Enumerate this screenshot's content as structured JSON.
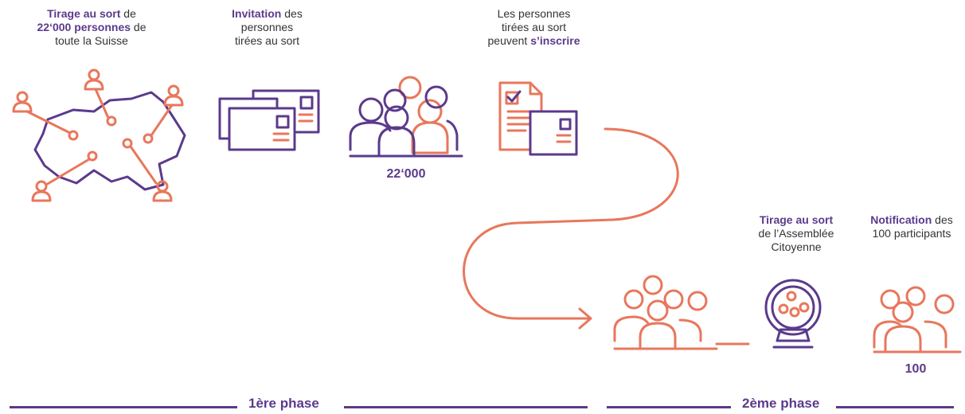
{
  "colors": {
    "purple": "#5b3a8c",
    "orange": "#e8775c",
    "text": "#333333"
  },
  "steps": [
    {
      "bold": "Tirage au sort",
      "rest": " de",
      "line2_bold": "22‘000 personnes",
      "line2_rest": " de",
      "line3": "toute la Suisse",
      "icon": "switzerland-map-icon"
    },
    {
      "bold": "Invitation",
      "rest": " des",
      "line2": "personnes",
      "line3": "tirées au sort",
      "icon": "envelopes-icon"
    },
    {
      "icon": "crowd-icon",
      "count": "22‘000"
    },
    {
      "line1": "Les personnes",
      "line2": "tirées au sort",
      "line3_rest": "peuvent ",
      "line3_bold": "s’inscrire",
      "icon": "registration-form-icon"
    },
    {
      "icon": "group-icon"
    },
    {
      "bold": "Tirage au sort",
      "line2": "de l’Assemblée",
      "line3": "Citoyenne",
      "icon": "lottery-drum-icon"
    },
    {
      "bold": "Notification",
      "rest": " des",
      "line2": "100 participants",
      "icon": "participants-icon",
      "count": "100"
    }
  ],
  "phases": {
    "phase1": "1ère phase",
    "phase2": "2ème phase"
  }
}
